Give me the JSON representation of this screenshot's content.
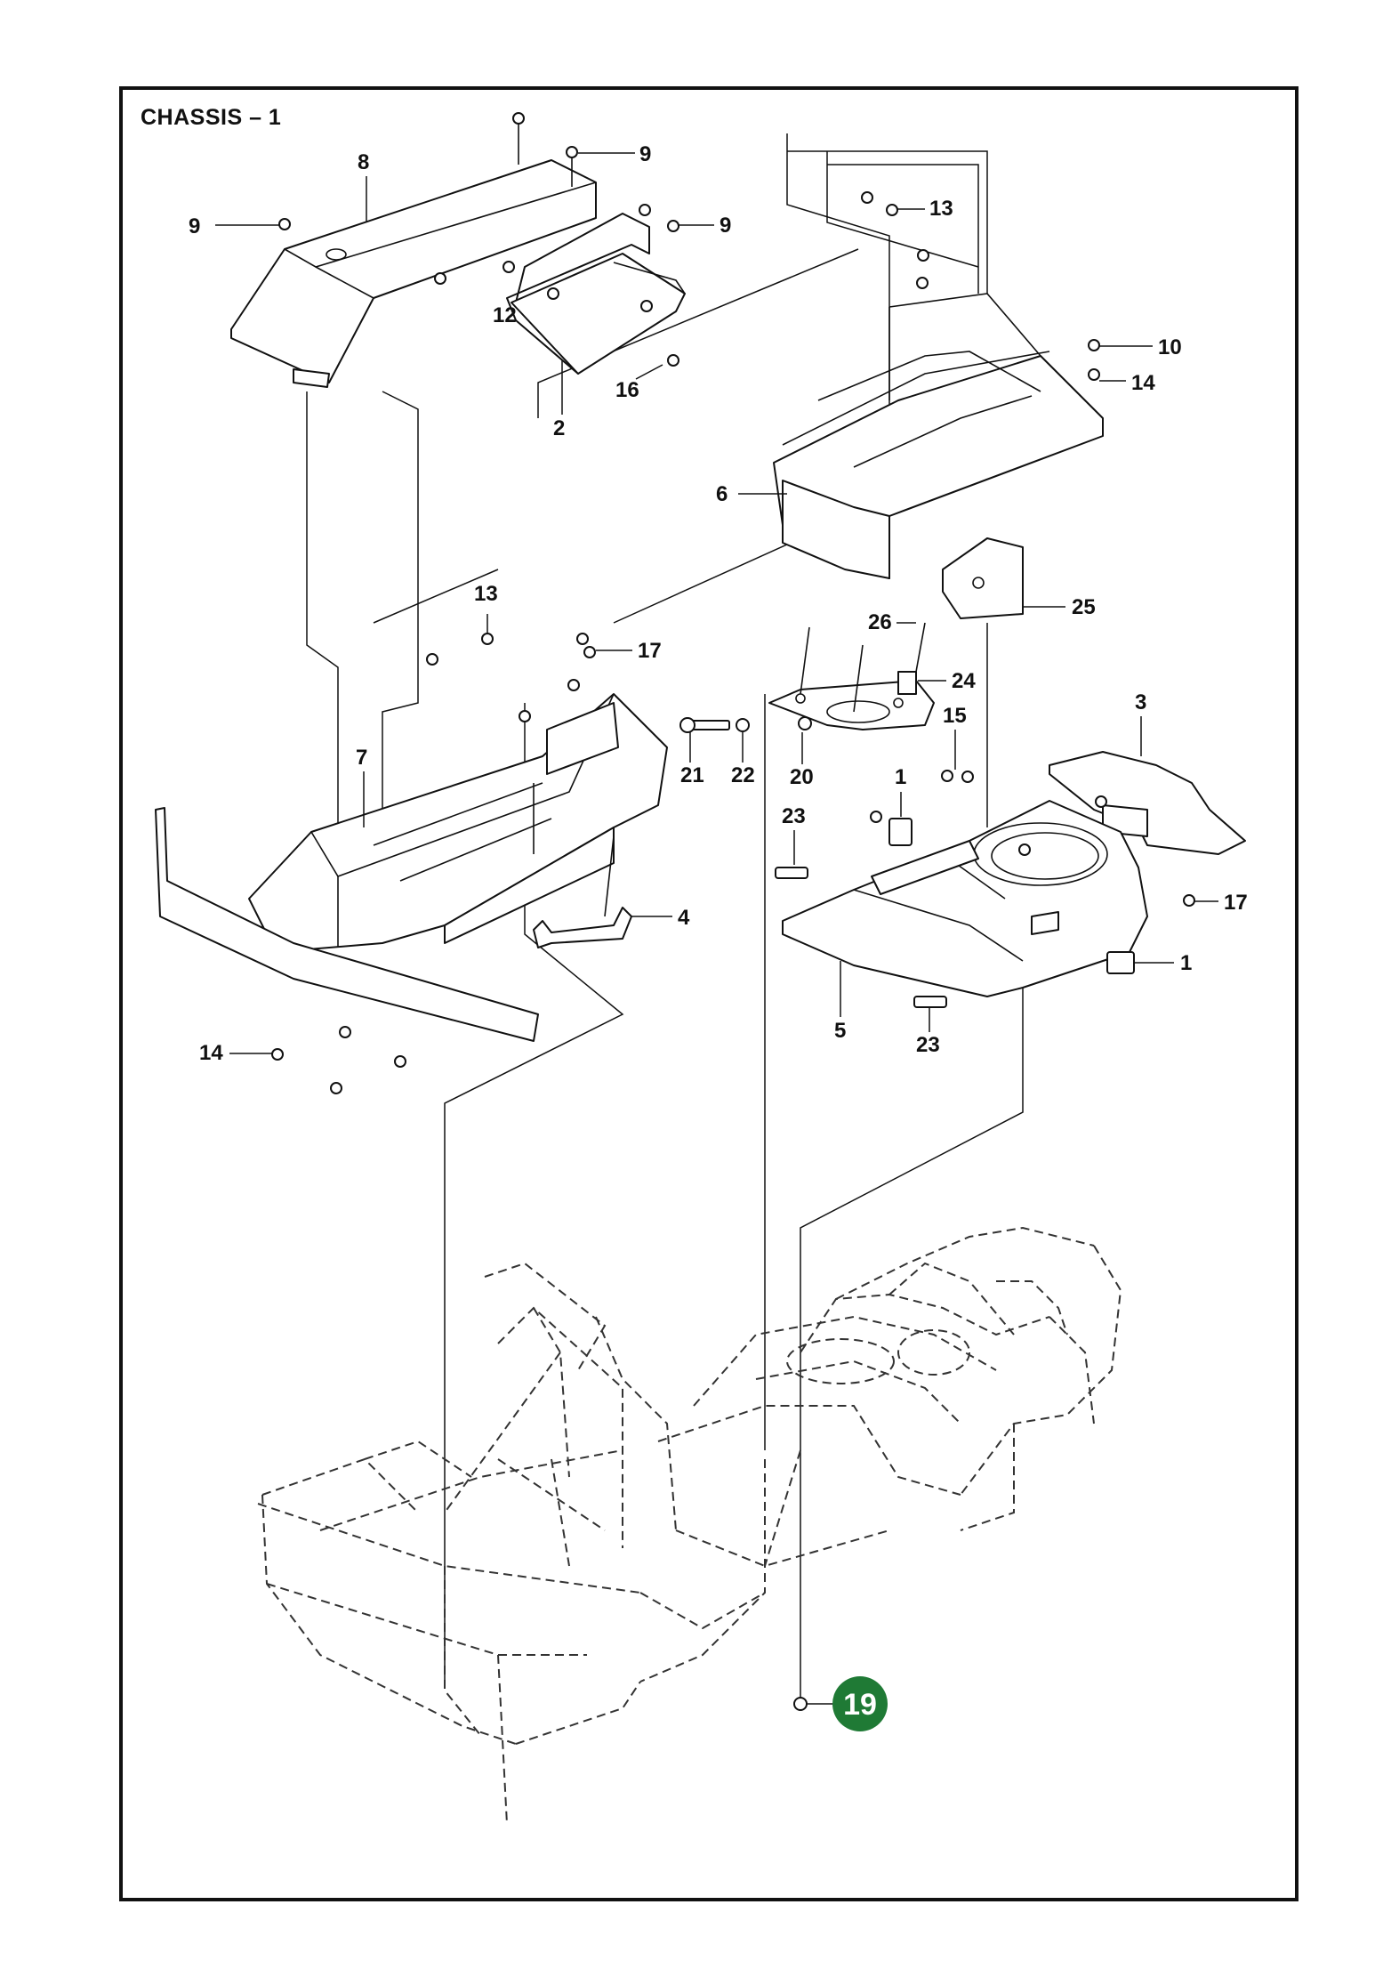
{
  "title": "CHASSIS – 1",
  "highlight_color": "#1f7a35",
  "callouts": {
    "c8": "8",
    "c9a": "9",
    "c9b": "9",
    "c9c": "9",
    "c13a": "13",
    "c12": "12",
    "c16": "16",
    "c2": "2",
    "c10": "10",
    "c14a": "14",
    "c6": "6",
    "c25": "25",
    "c13b": "13",
    "c17a": "17",
    "c26": "26",
    "c24": "24",
    "c3": "3",
    "c7": "7",
    "c21": "21",
    "c22": "22",
    "c20": "20",
    "c15": "15",
    "c1a": "1",
    "c23a": "23",
    "c4": "4",
    "c17b": "17",
    "c1b": "1",
    "c5": "5",
    "c23b": "23",
    "c14b": "14"
  },
  "highlighted_callout": "19"
}
